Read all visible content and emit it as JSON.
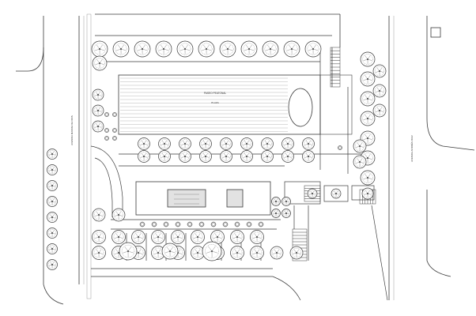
{
  "plan": {
    "title_label": "PASEO PEATONAL",
    "plaza_label": "PLAZA",
    "street_left": "AVENIDA MADRE DE DIOS",
    "street_right": "AVENIDA ANDRÉS RUIZ",
    "colors": {
      "line": "#3a3a3a",
      "light": "#8a8a8a",
      "paper": "#ffffff"
    }
  }
}
